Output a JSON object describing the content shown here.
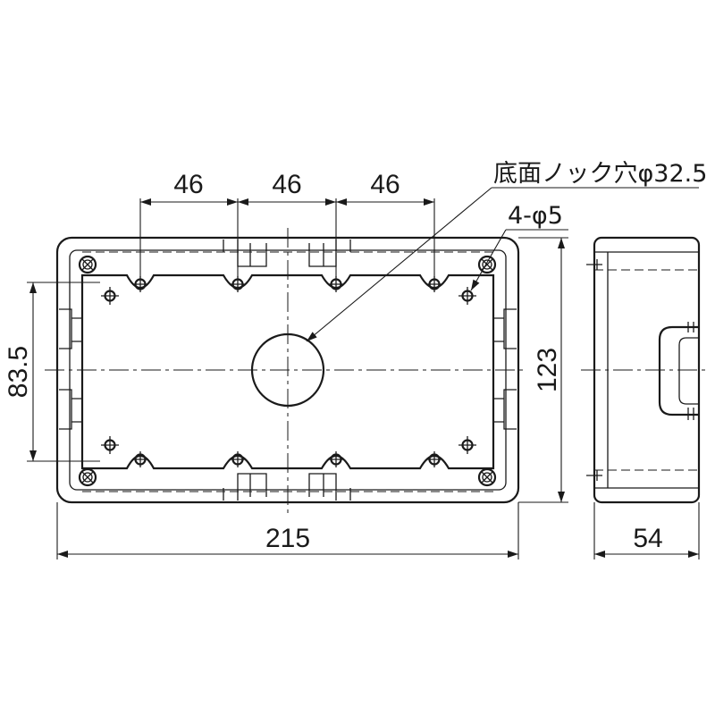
{
  "drawing": {
    "dimensions": {
      "pitch_1": "46",
      "pitch_2": "46",
      "pitch_3": "46",
      "inner_height": "83.5",
      "total_width": "215",
      "total_height": "123",
      "depth": "54"
    },
    "notes": {
      "knockout": "底面ノック穴φ32.5",
      "mount_holes": "4-φ5"
    }
  }
}
